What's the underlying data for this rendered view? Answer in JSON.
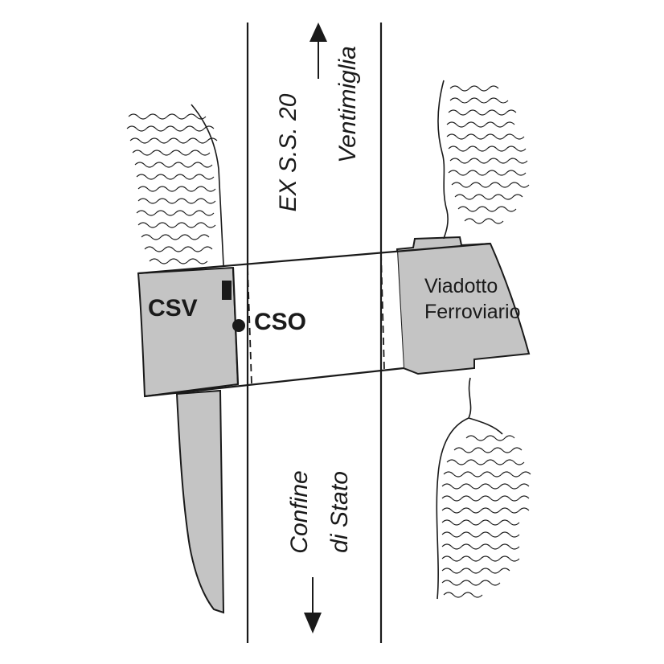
{
  "labels": {
    "road_name": "EX S.S. 20",
    "direction_north": "Ventimiglia",
    "direction_south_line1": "Confine",
    "direction_south_line2": "di Stato",
    "viaduct_line1": "Viadotto",
    "viaduct_line2": "Ferroviario",
    "csv": "CSV",
    "cso": "CSO"
  },
  "colors": {
    "structure_fill": "#c4c4c4",
    "line": "#1a1a1a",
    "background": "#ffffff"
  },
  "icons": {
    "north_arrow": "arrow-up-icon",
    "south_arrow": "arrow-down-icon",
    "csv_marker": "square-marker-icon",
    "cso_marker": "dot-marker-icon"
  }
}
